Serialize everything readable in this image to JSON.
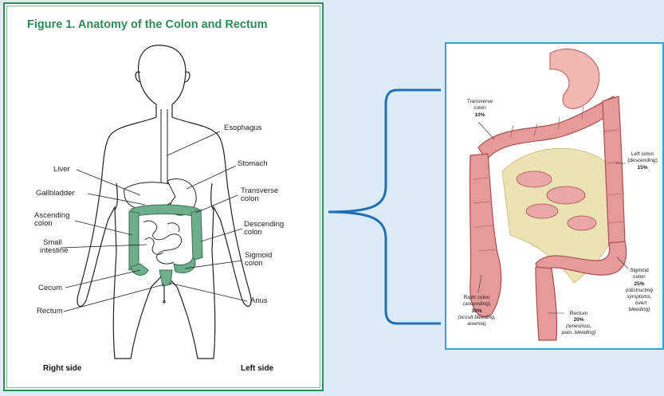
{
  "left_figure": {
    "title": "Figure 1. Anatomy of the Colon and Rectum",
    "labels": {
      "esophagus": "Esophagus",
      "liver": "Liver",
      "stomach": "Stomach",
      "gallbladder": "Gallbladder",
      "transverse_colon": [
        "Transverse",
        "colon"
      ],
      "ascending_colon": [
        "Ascending",
        "colon"
      ],
      "descending_colon": [
        "Descending",
        "colon"
      ],
      "small_intestine": [
        "Small",
        "intestine"
      ],
      "sigmoid_colon": [
        "Sigmoid",
        "colon"
      ],
      "cecum": "Cecum",
      "anus": "Anus",
      "rectum": "Rectum"
    },
    "right_side": "Right side",
    "left_side": "Left side"
  },
  "right_figure": {
    "transverse": [
      "Transverse",
      "colon",
      "10%"
    ],
    "left_colon": [
      "Left colon",
      "(descending)",
      "15%"
    ],
    "sigmoid": [
      "Sigmoid",
      "colon",
      "25%",
      "(obstructing",
      "symptoms,",
      "overt",
      "bleeding)"
    ],
    "rectum": [
      "Rectum",
      "20%",
      "(tenesmus,",
      "pain, bleeding)"
    ],
    "right_colon": [
      "Right colon",
      "(ascending)",
      "30%",
      "(occult bleeding,",
      "anemia)"
    ]
  },
  "colors": {
    "title_green": "#2e8b57",
    "organ_green": "#6fae8c",
    "bracket_blue": "#1f6fb8",
    "frame_blue": "#29a4dc",
    "background": "#dcebf6",
    "colon_pink": "#e79a9a"
  }
}
